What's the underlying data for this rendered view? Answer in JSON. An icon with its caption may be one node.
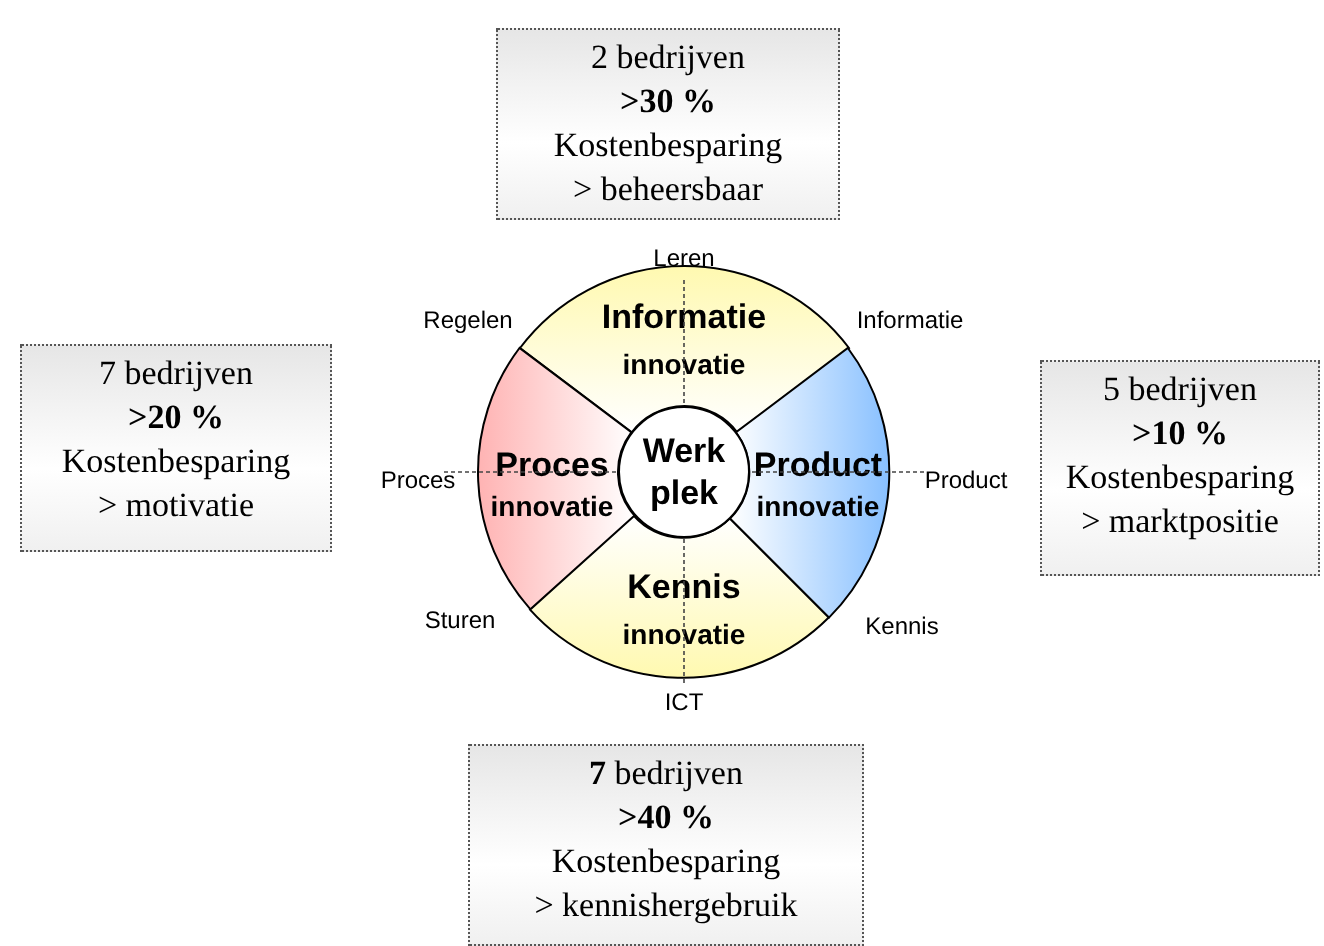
{
  "diagram": {
    "nodes": [
      {
        "text": [
          "2 bedrijven",
          ">30 %",
          "Kostenbesparing",
          "> beheersbaar"
        ]
      },
      {
        "text": [
          "7 bedrijven",
          ">20 %",
          "Kostenbesparing",
          "> motivatie"
        ]
      },
      {
        "text": [
          "5 bedrijven",
          ">10 %",
          "Kostenbesparing",
          "> marktpositie"
        ]
      },
      {
        "text": [
          "**7** bedrijven",
          ">40 %",
          "Kostenbesparing",
          "> kennishergebruik"
        ]
      },
      {
        "text": [
          "Informatie",
          "innovatie"
        ]
      },
      {
        "text": [
          "Proces",
          "innovatie"
        ]
      },
      {
        "text": [
          "Werk plek"
        ]
      },
      {
        "text": [
          "Product",
          "innovatie"
        ]
      },
      {
        "text": [
          "Kennis",
          "innovatie"
        ]
      }
    ],
    "labels": [
      "Leren",
      "Regelen",
      "Informatie",
      "Proces",
      "Product",
      "Sturen",
      "Kennis",
      "ICT"
    ]
  }
}
